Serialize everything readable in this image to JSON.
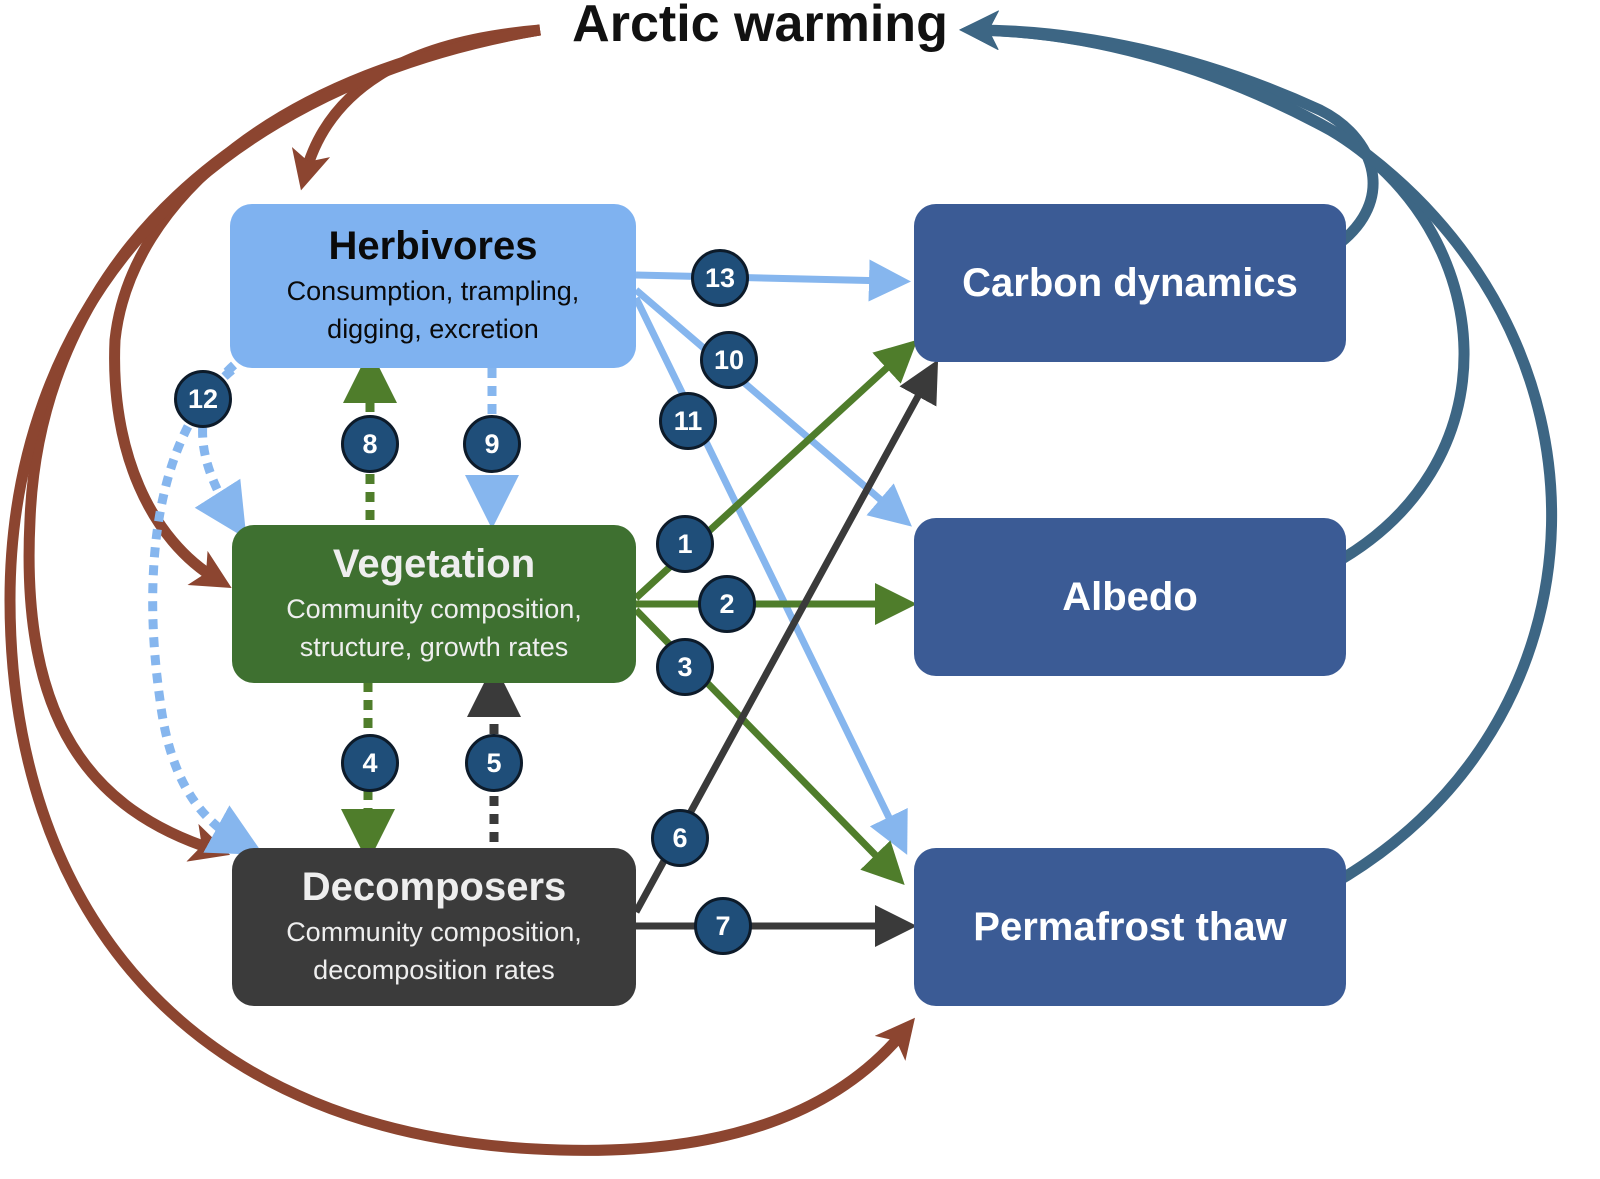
{
  "title": "Arctic warming",
  "colors": {
    "herbivores": "#7fb2f0",
    "vegetation": "#3e7030",
    "decomposers": "#3b3b3b",
    "outcome": "#3b5b95",
    "warming_arrow": "#8c4530",
    "feedback_arrow": "#3d6684",
    "green_arrow": "#4f7d2b",
    "dark_arrow": "#3a3a3a",
    "blue_arrow": "#86b6ee",
    "badge": "#1f4e79"
  },
  "boxes": {
    "herbivores": {
      "title": "Herbivores",
      "subtitle": "Consumption, trampling, digging, excretion"
    },
    "vegetation": {
      "title": "Vegetation",
      "subtitle": "Community composition, structure, growth rates"
    },
    "decomposers": {
      "title": "Decomposers",
      "subtitle": "Community composition, decomposition rates"
    },
    "carbon": {
      "title": "Carbon dynamics"
    },
    "albedo": {
      "title": "Albedo"
    },
    "permafrost": {
      "title": "Permafrost thaw"
    }
  },
  "badges": [
    "1",
    "2",
    "3",
    "4",
    "5",
    "6",
    "7",
    "8",
    "9",
    "10",
    "11",
    "12",
    "13"
  ]
}
